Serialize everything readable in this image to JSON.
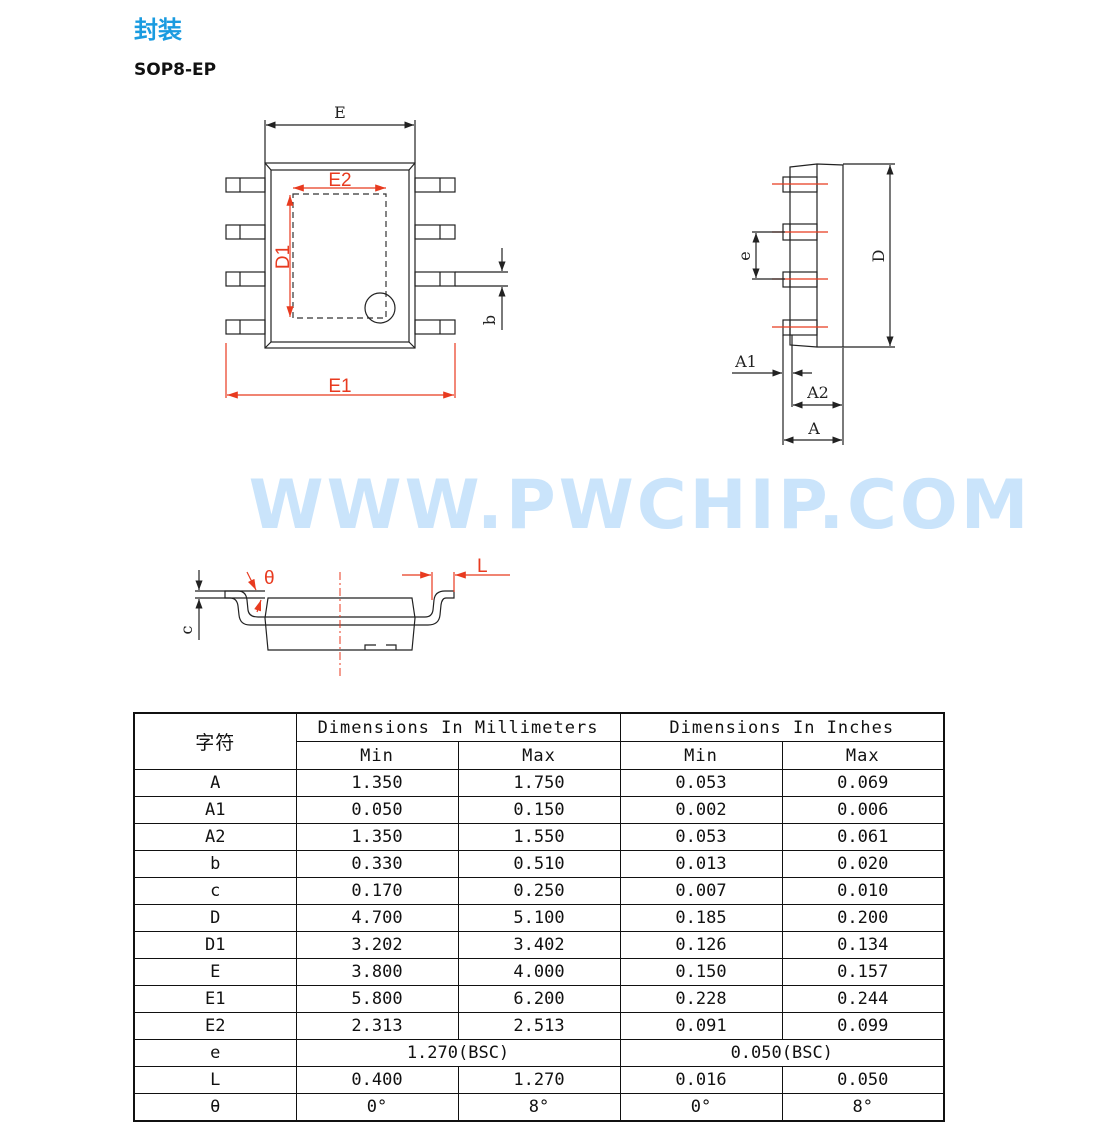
{
  "header": {
    "title": "封装",
    "package": "SOP8-EP"
  },
  "diagram": {
    "top_view": {
      "E": "E",
      "E2": "E2",
      "D1": "D1",
      "b": "b",
      "E1": "E1"
    },
    "side_view": {
      "D": "D",
      "e": "e",
      "A1": "A1",
      "A2": "A2",
      "A": "A"
    },
    "front_view": {
      "c": "c",
      "theta": "θ",
      "L": "L"
    },
    "colors": {
      "outline": "#222222",
      "dimension_red": "#e83a1f",
      "title_blue": "#1a9be0"
    }
  },
  "watermark": "WWW.PWCHIP.COM",
  "table": {
    "symbol_header": "字符",
    "group_headers": [
      "Dimensions In Millimeters",
      "Dimensions In Inches"
    ],
    "sub_headers": [
      "Min",
      "Max",
      "Min",
      "Max"
    ],
    "rows": [
      {
        "symbol": "A",
        "mm_min": "1.350",
        "mm_max": "1.750",
        "in_min": "0.053",
        "in_max": "0.069"
      },
      {
        "symbol": "A1",
        "mm_min": "0.050",
        "mm_max": "0.150",
        "in_min": "0.002",
        "in_max": "0.006"
      },
      {
        "symbol": "A2",
        "mm_min": "1.350",
        "mm_max": "1.550",
        "in_min": "0.053",
        "in_max": "0.061"
      },
      {
        "symbol": "b",
        "mm_min": "0.330",
        "mm_max": "0.510",
        "in_min": "0.013",
        "in_max": "0.020"
      },
      {
        "symbol": "c",
        "mm_min": "0.170",
        "mm_max": "0.250",
        "in_min": "0.007",
        "in_max": "0.010"
      },
      {
        "symbol": "D",
        "mm_min": "4.700",
        "mm_max": "5.100",
        "in_min": "0.185",
        "in_max": "0.200"
      },
      {
        "symbol": "D1",
        "mm_min": "3.202",
        "mm_max": "3.402",
        "in_min": "0.126",
        "in_max": "0.134"
      },
      {
        "symbol": "E",
        "mm_min": "3.800",
        "mm_max": "4.000",
        "in_min": "0.150",
        "in_max": "0.157"
      },
      {
        "symbol": "E1",
        "mm_min": "5.800",
        "mm_max": "6.200",
        "in_min": "0.228",
        "in_max": "0.244"
      },
      {
        "symbol": "E2",
        "mm_min": "2.313",
        "mm_max": "2.513",
        "in_min": "0.091",
        "in_max": "0.099"
      },
      {
        "symbol": "e",
        "mm_span": "1.270(BSC)",
        "in_span": "0.050(BSC)"
      },
      {
        "symbol": "L",
        "mm_min": "0.400",
        "mm_max": "1.270",
        "in_min": "0.016",
        "in_max": "0.050"
      },
      {
        "symbol": "θ",
        "mm_min": "0°",
        "mm_max": "8°",
        "in_min": "0°",
        "in_max": "8°"
      }
    ]
  }
}
